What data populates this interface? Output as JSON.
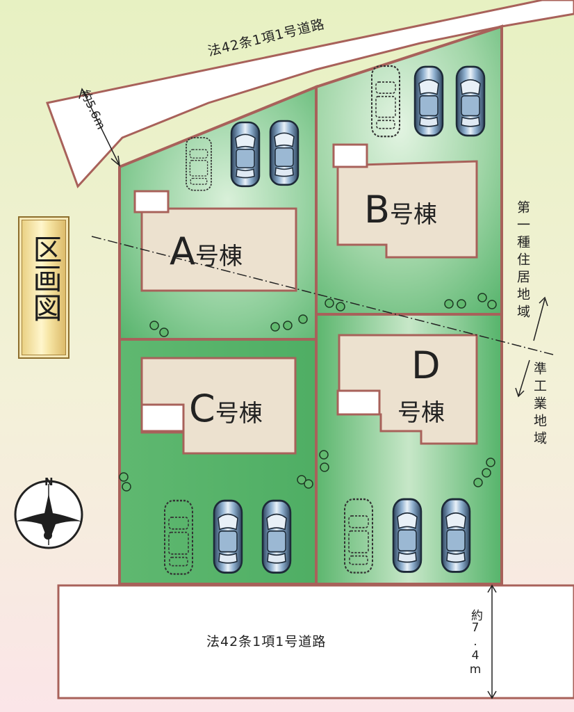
{
  "title": "区画図",
  "roads": {
    "top": {
      "label": "法42条1項1号道路",
      "width": "約5.6m"
    },
    "bottom": {
      "label": "法42条1項1号道路",
      "width": "約7.4m"
    }
  },
  "zones": {
    "upper": "第一種住居地域",
    "lower": "準工業地域"
  },
  "lots": [
    {
      "id": "A",
      "suffix": "号棟"
    },
    {
      "id": "B",
      "suffix": "号棟"
    },
    {
      "id": "C",
      "suffix": "号棟"
    },
    {
      "id": "D",
      "suffix": "号棟"
    }
  ],
  "compass": {
    "label": "N"
  },
  "colors": {
    "lot_green": "#5fba77",
    "lot_border": "#a8615a",
    "building": "#ece1cf",
    "road": "#ffffff",
    "background_top": "#e8f2c6",
    "background_bottom": "#fbe6e9"
  }
}
